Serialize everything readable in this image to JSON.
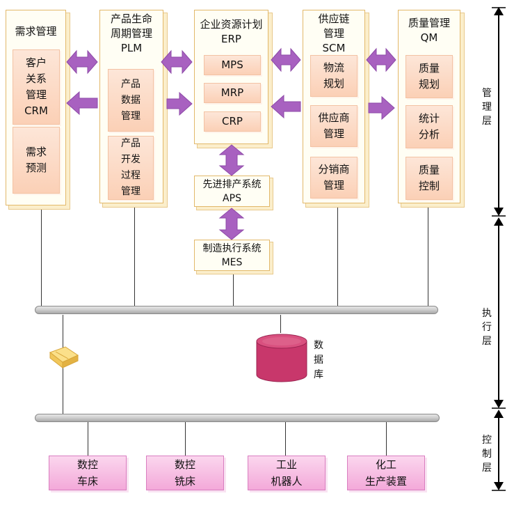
{
  "modules": {
    "crm": {
      "title": "需求管理",
      "items": [
        "客户\n关系\n管理\nCRM",
        "需求\n预测"
      ]
    },
    "plm": {
      "title": "产品生命\n周期管理\nPLM",
      "items": [
        "产品\n数据\n管理",
        "产品\n开发\n过程\n管理"
      ]
    },
    "erp": {
      "title": "企业资源计划\nERP",
      "items": [
        "MPS",
        "MRP",
        "CRP"
      ]
    },
    "scm": {
      "title": "供应链\n管理\nSCM",
      "items": [
        "物流\n规划",
        "供应商\n管理",
        "分销商\n管理"
      ]
    },
    "qm": {
      "title": "质量管理\nQM",
      "items": [
        "质量\n规划",
        "统计\n分析",
        "质量\n控制"
      ]
    }
  },
  "aps": {
    "label": "先进排产系统\nAPS"
  },
  "mes": {
    "label": "制造执行系统\nMES"
  },
  "database": {
    "label": "数据库"
  },
  "devices": [
    "数控\n车床",
    "数控\n铣床",
    "工业\n机器人",
    "化工\n生产装置"
  ],
  "layers": {
    "management": "管理层",
    "execution": "执行层",
    "control": "控制层"
  },
  "colors": {
    "arrow": "#a861c0",
    "database": "#c8376b",
    "device": "#f3a9d9"
  }
}
